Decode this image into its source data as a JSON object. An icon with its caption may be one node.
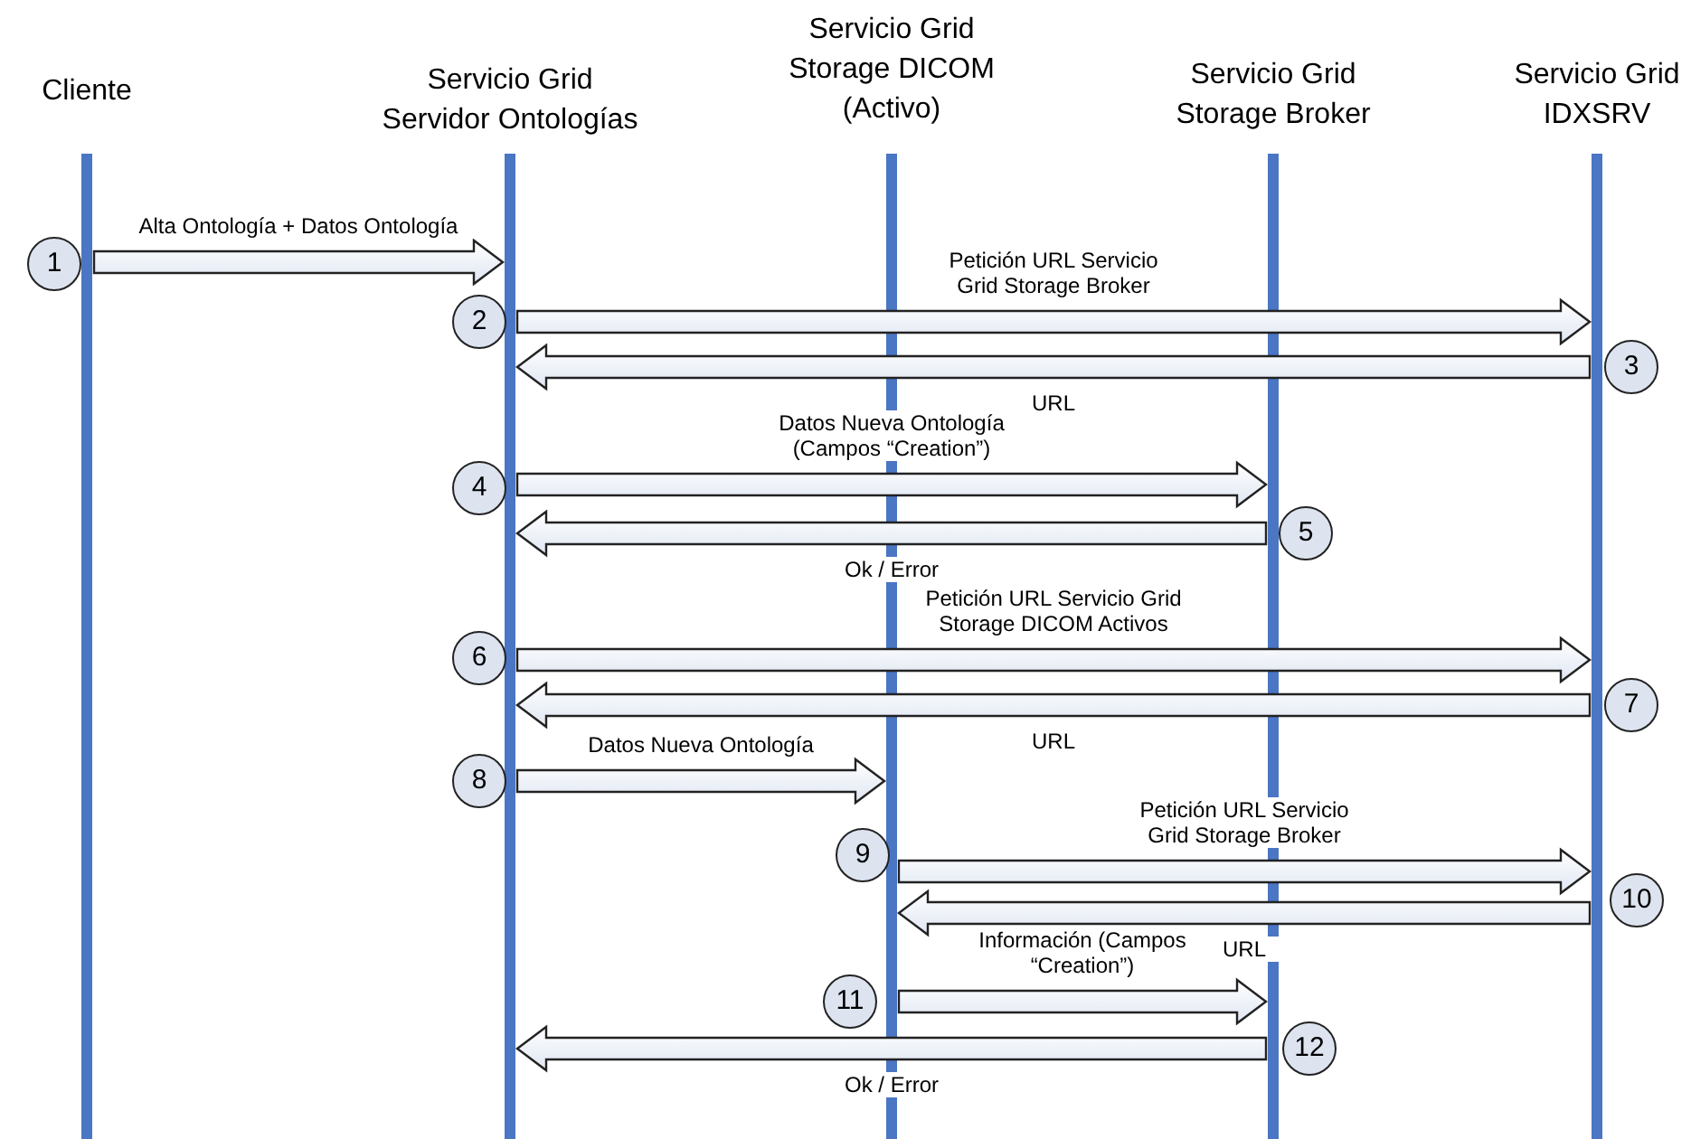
{
  "diagram": {
    "nodes": [
      {
        "text": [
          "Cliente"
        ]
      },
      {
        "text": [
          "Servicio Grid Servidor Ontologías"
        ]
      },
      {
        "text": [
          "Servicio Grid Storage DICOM (Activo)"
        ]
      },
      {
        "text": [
          "Servicio Grid Storage Broker"
        ]
      },
      {
        "text": [
          "Servicio Grid IDXSRV"
        ]
      },
      {
        "text": [
          "1"
        ]
      },
      {
        "text": [
          "2"
        ]
      },
      {
        "text": [
          "3"
        ]
      },
      {
        "text": [
          "4"
        ]
      },
      {
        "text": [
          "5"
        ]
      },
      {
        "text": [
          "6"
        ]
      },
      {
        "text": [
          "7"
        ]
      },
      {
        "text": [
          "8"
        ]
      },
      {
        "text": [
          "9"
        ]
      },
      {
        "text": [
          "10"
        ]
      },
      {
        "text": [
          "11"
        ]
      },
      {
        "text": [
          "12"
        ]
      }
    ],
    "edges": [
      {
        "from": 0,
        "to": 1,
        "arrow": "to",
        "label": "Alta Ontología  + Datos Ontología"
      },
      {
        "from": 1,
        "to": 4,
        "arrow": "to",
        "label": "Petición URL Servicio Grid Storage Broker"
      },
      {
        "from": 4,
        "to": 1,
        "arrow": "to",
        "label": "URL"
      },
      {
        "from": 1,
        "to": 3,
        "arrow": "to",
        "label": "Datos Nueva Ontología (Campos “Creation”)"
      },
      {
        "from": 3,
        "to": 1,
        "arrow": "to",
        "label": "Ok / Error"
      },
      {
        "from": 1,
        "to": 4,
        "arrow": "to",
        "label": "Petición URL Servicio Grid Storage DICOM Activos"
      },
      {
        "from": 4,
        "to": 1,
        "arrow": "to",
        "label": "URL"
      },
      {
        "from": 1,
        "to": 2,
        "arrow": "to",
        "label": "Datos Nueva Ontología"
      },
      {
        "from": 2,
        "to": 4,
        "arrow": "to",
        "label": "Petición URL Servicio Grid Storage Broker"
      },
      {
        "from": 4,
        "to": 2,
        "arrow": "to",
        "label": "URL"
      },
      {
        "from": 2,
        "to": 3,
        "arrow": "to",
        "label": "Información (Campos “Creation”)"
      },
      {
        "from": 3,
        "to": 1,
        "arrow": "to",
        "label": "Ok / Error"
      }
    ]
  }
}
